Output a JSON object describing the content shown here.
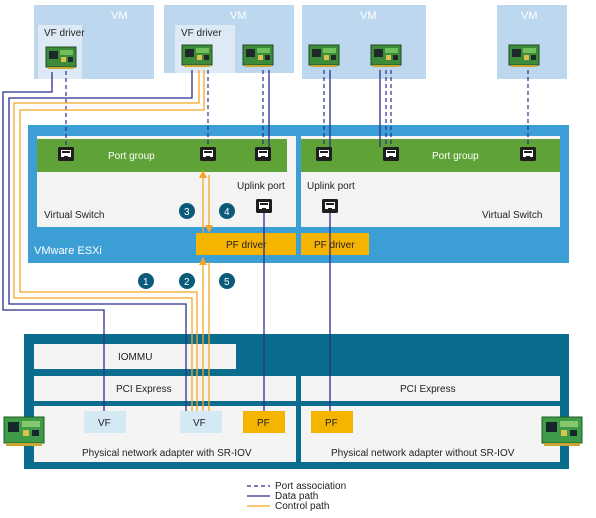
{
  "vms": [
    {
      "label": "VM",
      "driver": "VF driver"
    },
    {
      "label": "VM",
      "driver": "VF driver"
    },
    {
      "label": "VM"
    },
    {
      "label": "VM"
    }
  ],
  "host": {
    "name": "VMware ESXi",
    "left_switch": {
      "port_group": "Port group",
      "uplink_port": "Uplink port",
      "name": "Virtual Switch",
      "pf_driver": "PF driver"
    },
    "right_switch": {
      "port_group": "Port group",
      "uplink_port": "Uplink port",
      "name": "Virtual Switch",
      "pf_driver": "PF driver"
    }
  },
  "steps": [
    "1",
    "2",
    "3",
    "4",
    "5"
  ],
  "hardware": {
    "iommu": "IOMMU",
    "pci_left": "PCI Express",
    "pci_right": "PCI Express",
    "vf_label": "VF",
    "pf_label": "PF",
    "adapter_sriov": "Physical network adapter with SR-IOV",
    "adapter_no_sriov": "Physical network adapter without SR-IOV"
  },
  "legend": {
    "port_association": "Port association",
    "data_path": "Data path",
    "control_path": "Control path"
  },
  "colors": {
    "vm_bg": "#bcd7ee",
    "host_blue": "#3b9fd6",
    "hw_dark": "#0a6d8e",
    "port_group_green": "#5fa338",
    "pf_orange": "#f5b400",
    "vf_light": "#d5e9f5",
    "data_path": "#2b2e8c",
    "control_path": "#f5a623",
    "step_badge": "#0a5a7a"
  }
}
